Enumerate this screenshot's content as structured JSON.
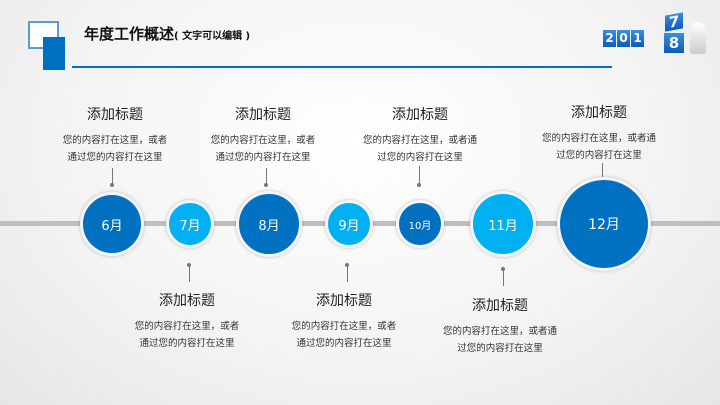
{
  "header": {
    "title": "年度工作概述",
    "subtitle": "( 文字可以编辑 )",
    "year_digits": [
      "2",
      "0",
      "1"
    ],
    "year_flip": [
      "7",
      "8"
    ]
  },
  "colors": {
    "dark": "#0070c0",
    "light": "#00b0f0"
  },
  "months": [
    "6月",
    "7月",
    "8月",
    "9月",
    "10月",
    "11月",
    "12月"
  ],
  "items": [
    {
      "title": "添加标题",
      "line1": "您的内容打在这里，或者",
      "line2": "通过您的内容打在这里"
    },
    {
      "title": "添加标题",
      "line1": "您的内容打在这里，或者",
      "line2": "通过您的内容打在这里"
    },
    {
      "title": "添加标题",
      "line1": "您的内容打在这里，或者通",
      "line2": "过您的内容打在这里"
    },
    {
      "title": "添加标题",
      "line1": "您的内容打在这里，或者通",
      "line2": "过您的内容打在这里"
    },
    {
      "title": "添加标题",
      "line1": "您的内容打在这里，或者",
      "line2": "通过您的内容打在这里"
    },
    {
      "title": "添加标题",
      "line1": "您的内容打在这里，或者",
      "line2": "通过您的内容打在这里"
    },
    {
      "title": "添加标题",
      "line1": "您的内容打在这里，或者通",
      "line2": "过您的内容打在这里"
    }
  ]
}
